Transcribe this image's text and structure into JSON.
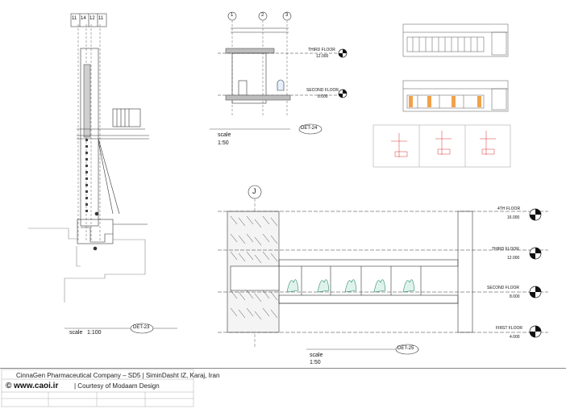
{
  "sheet": {
    "company_line": "CinnaGen Pharmaceutical Company – SD5 | SiminDasht IZ, Karaj, Iran",
    "website": "© www.caoi.ir",
    "courtesy": "| Courtesy of Modaam Design"
  },
  "det23": {
    "tag": "DET-23",
    "scale_word": "scale",
    "scale_value": "1:100",
    "grid_labels": [
      "11",
      "14",
      "12",
      "11"
    ]
  },
  "det24": {
    "tag": "DET-24",
    "scale_word": "scale",
    "scale_value": "1:50",
    "grid_labels": [
      "1",
      "2",
      "3"
    ],
    "levels": [
      {
        "name": "THIRD FLOOR",
        "value": "12.000"
      },
      {
        "name": "SECOND FLOOR",
        "value": "8.000"
      }
    ]
  },
  "det25": {
    "tag": "DET-25",
    "scale_word": "scale",
    "scale_value": "1:50",
    "grid_label": "J",
    "levels": [
      {
        "name": "4TH FLOOR",
        "value": "16.000"
      },
      {
        "name": "THIRD FLOOR",
        "value": "12.000"
      },
      {
        "name": "SECOND FLOOR",
        "value": "8.000"
      },
      {
        "name": "FIRST FLOOR",
        "value": "4.000"
      }
    ]
  },
  "icons": {
    "level_marker": "level-marker-icon",
    "grid_bubble": "grid-bubble-icon"
  }
}
